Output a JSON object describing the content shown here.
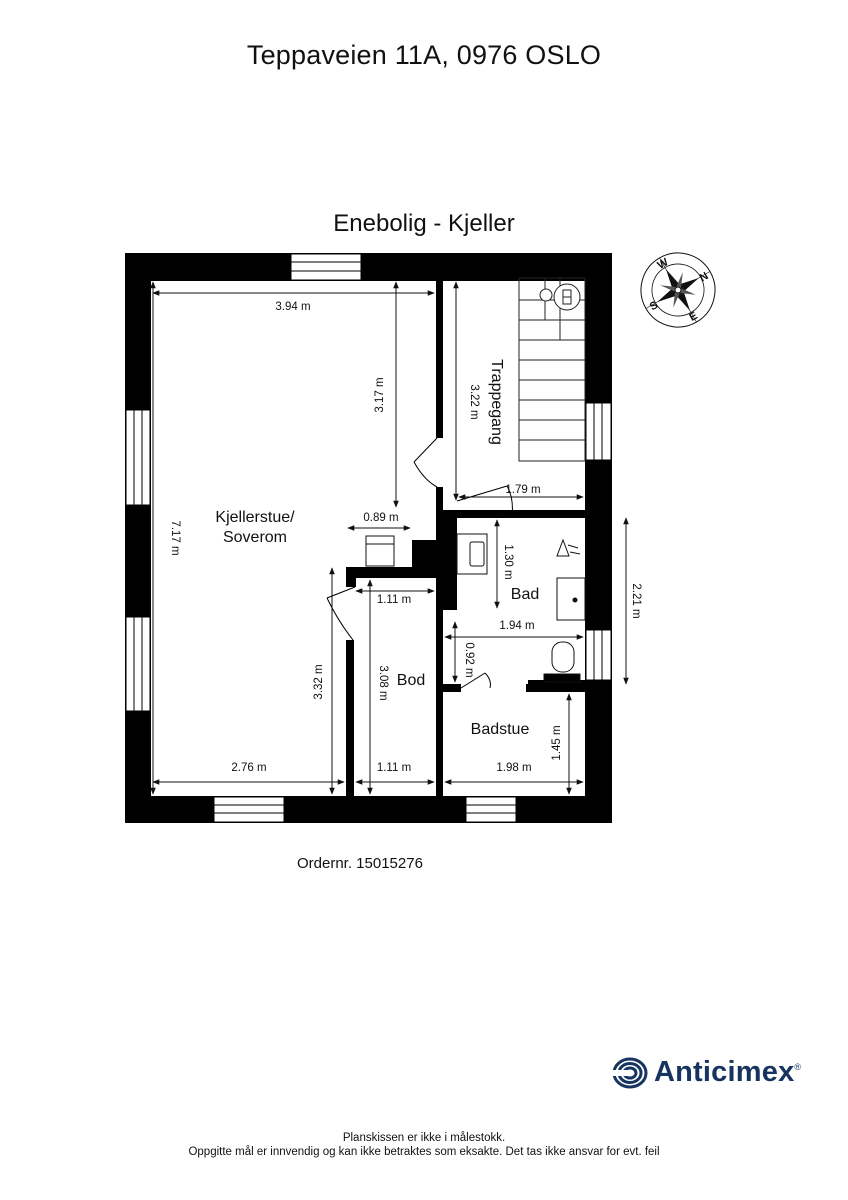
{
  "header": {
    "address": "Teppaveien 11A, 0976 OSLO",
    "plan_title": "Enebolig  - Kjeller"
  },
  "rooms": {
    "kjellerstue_line1": "Kjellerstue/",
    "kjellerstue_line2": "Soverom",
    "trappegang": "Trappegang",
    "bad": "Bad",
    "bod": "Bod",
    "badstue": "Badstue"
  },
  "dimensions": {
    "d_394": "3.94 m",
    "d_317": "3.17 m",
    "d_322": "3.22 m",
    "d_179": "1.79 m",
    "d_089": "0.89 m",
    "d_717": "7.17 m",
    "d_130": "1.30 m",
    "d_221": "2.21 m",
    "d_111_top": "1.11 m",
    "d_194": "1.94 m",
    "d_092": "0.92 m",
    "d_332": "3.32 m",
    "d_308": "3.08 m",
    "d_145": "1.45 m",
    "d_276": "2.76 m",
    "d_111_bottom": "1.11 m",
    "d_198": "1.98 m"
  },
  "compass": {
    "n": "N",
    "s": "S",
    "e": "E",
    "w": "W"
  },
  "footer": {
    "order_number": "Ordernr. 15015276",
    "brand": "Anticimex",
    "brand_reg": "®",
    "disclaimer_line1": "Planskissen er ikke i målestokk.",
    "disclaimer_line2": "Oppgitte mål er innvendig og kan ikke betraktes som eksakte. Det tas ikke ansvar for evt. feil"
  }
}
